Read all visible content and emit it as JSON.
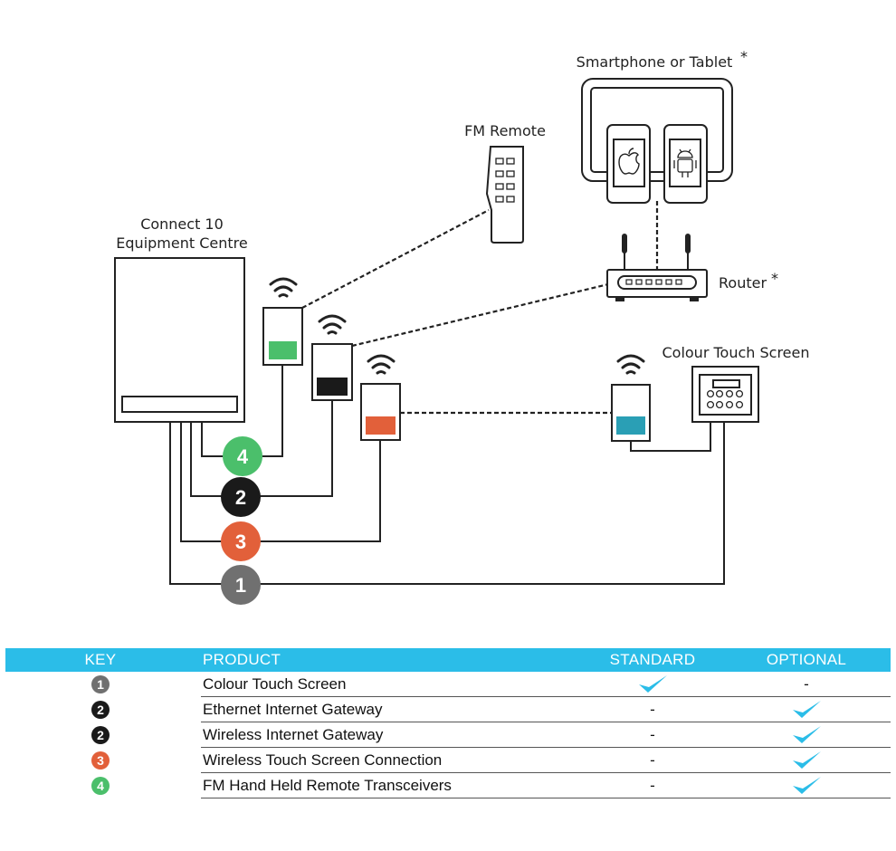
{
  "colors": {
    "green": "#4bbf6b",
    "black": "#1a1a1a",
    "orange": "#e2603a",
    "grey": "#707070",
    "teal": "#2a9fb5",
    "header_blue": "#2bbde8",
    "check_blue": "#2bbde8"
  },
  "diagram": {
    "labels": {
      "equipment_centre_line1": "Connect 10",
      "equipment_centre_line2": "Equipment Centre",
      "fm_remote": "FM Remote",
      "smartphone": "Smartphone or Tablet",
      "smartphone_asterisk": "*",
      "router": "Router",
      "router_asterisk": "*",
      "colour_touch_screen": "Colour Touch Screen"
    },
    "badges": [
      {
        "num": "4",
        "color": "#4bbf6b"
      },
      {
        "num": "2",
        "color": "#1a1a1a"
      },
      {
        "num": "3",
        "color": "#e2603a"
      },
      {
        "num": "1",
        "color": "#707070"
      }
    ],
    "icons": [
      "wifi-icon",
      "apple-icon",
      "android-icon",
      "antenna-icon"
    ]
  },
  "key_table": {
    "headers": {
      "key": "KEY",
      "product": "PRODUCT",
      "standard": "STANDARD",
      "optional": "OPTIONAL"
    },
    "rows": [
      {
        "key": "1",
        "key_color": "#707070",
        "product": "Colour Touch Screen",
        "standard": "check",
        "optional": "-"
      },
      {
        "key": "2",
        "key_color": "#1a1a1a",
        "product": "Ethernet Internet Gateway",
        "standard": "-",
        "optional": "check"
      },
      {
        "key": "2",
        "key_color": "#1a1a1a",
        "product": "Wireless Internet Gateway",
        "standard": "-",
        "optional": "check"
      },
      {
        "key": "3",
        "key_color": "#e2603a",
        "product": "Wireless Touch Screen Connection",
        "standard": "-",
        "optional": "check"
      },
      {
        "key": "4",
        "key_color": "#4bbf6b",
        "product": "FM Hand Held Remote Transceivers",
        "standard": "-",
        "optional": "check"
      }
    ]
  }
}
